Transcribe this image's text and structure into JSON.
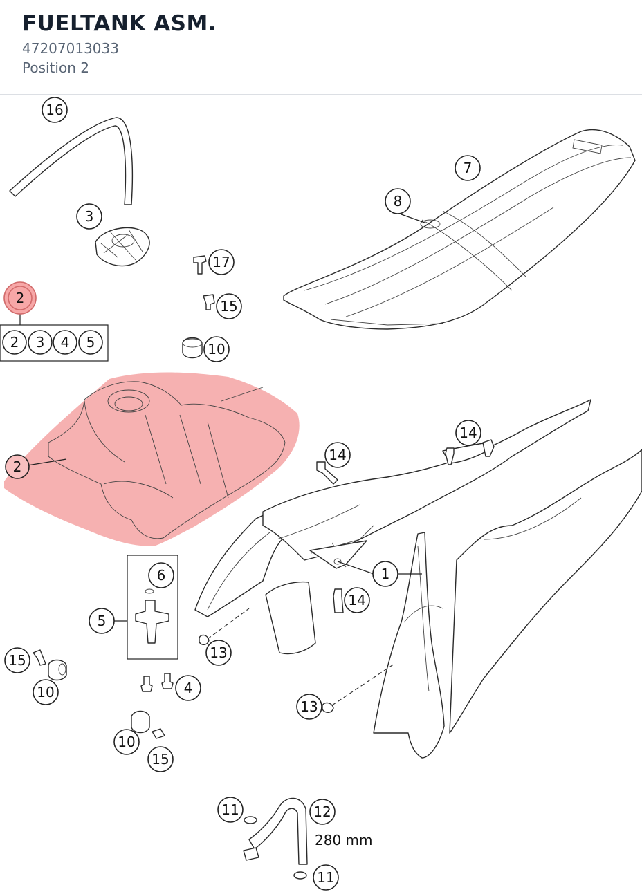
{
  "header": {
    "title": "FUELTANK ASM.",
    "part_number": "47207013033",
    "position": "Position 2"
  },
  "diagram": {
    "hose_length_label": "280 mm",
    "highlight_color": "#f5a3a3",
    "callouts": [
      {
        "id": "c16",
        "label": "16"
      },
      {
        "id": "c7",
        "label": "7"
      },
      {
        "id": "c8",
        "label": "8"
      },
      {
        "id": "c3",
        "label": "3"
      },
      {
        "id": "c17",
        "label": "17"
      },
      {
        "id": "c2top",
        "label": "2"
      },
      {
        "id": "c15a",
        "label": "15"
      },
      {
        "id": "g2",
        "label": "2"
      },
      {
        "id": "g3",
        "label": "3"
      },
      {
        "id": "g4",
        "label": "4"
      },
      {
        "id": "g5",
        "label": "5"
      },
      {
        "id": "c10a",
        "label": "10"
      },
      {
        "id": "c14a",
        "label": "14"
      },
      {
        "id": "c14b",
        "label": "14"
      },
      {
        "id": "c2tank",
        "label": "2"
      },
      {
        "id": "c6",
        "label": "6"
      },
      {
        "id": "c1",
        "label": "1"
      },
      {
        "id": "c14c",
        "label": "14"
      },
      {
        "id": "c5",
        "label": "5"
      },
      {
        "id": "c13a",
        "label": "13"
      },
      {
        "id": "c15b",
        "label": "15"
      },
      {
        "id": "c10b",
        "label": "10"
      },
      {
        "id": "c4",
        "label": "4"
      },
      {
        "id": "c13b",
        "label": "13"
      },
      {
        "id": "c10c",
        "label": "10"
      },
      {
        "id": "c15c",
        "label": "15"
      },
      {
        "id": "c11a",
        "label": "11"
      },
      {
        "id": "c12",
        "label": "12"
      },
      {
        "id": "c11b",
        "label": "11"
      }
    ]
  }
}
